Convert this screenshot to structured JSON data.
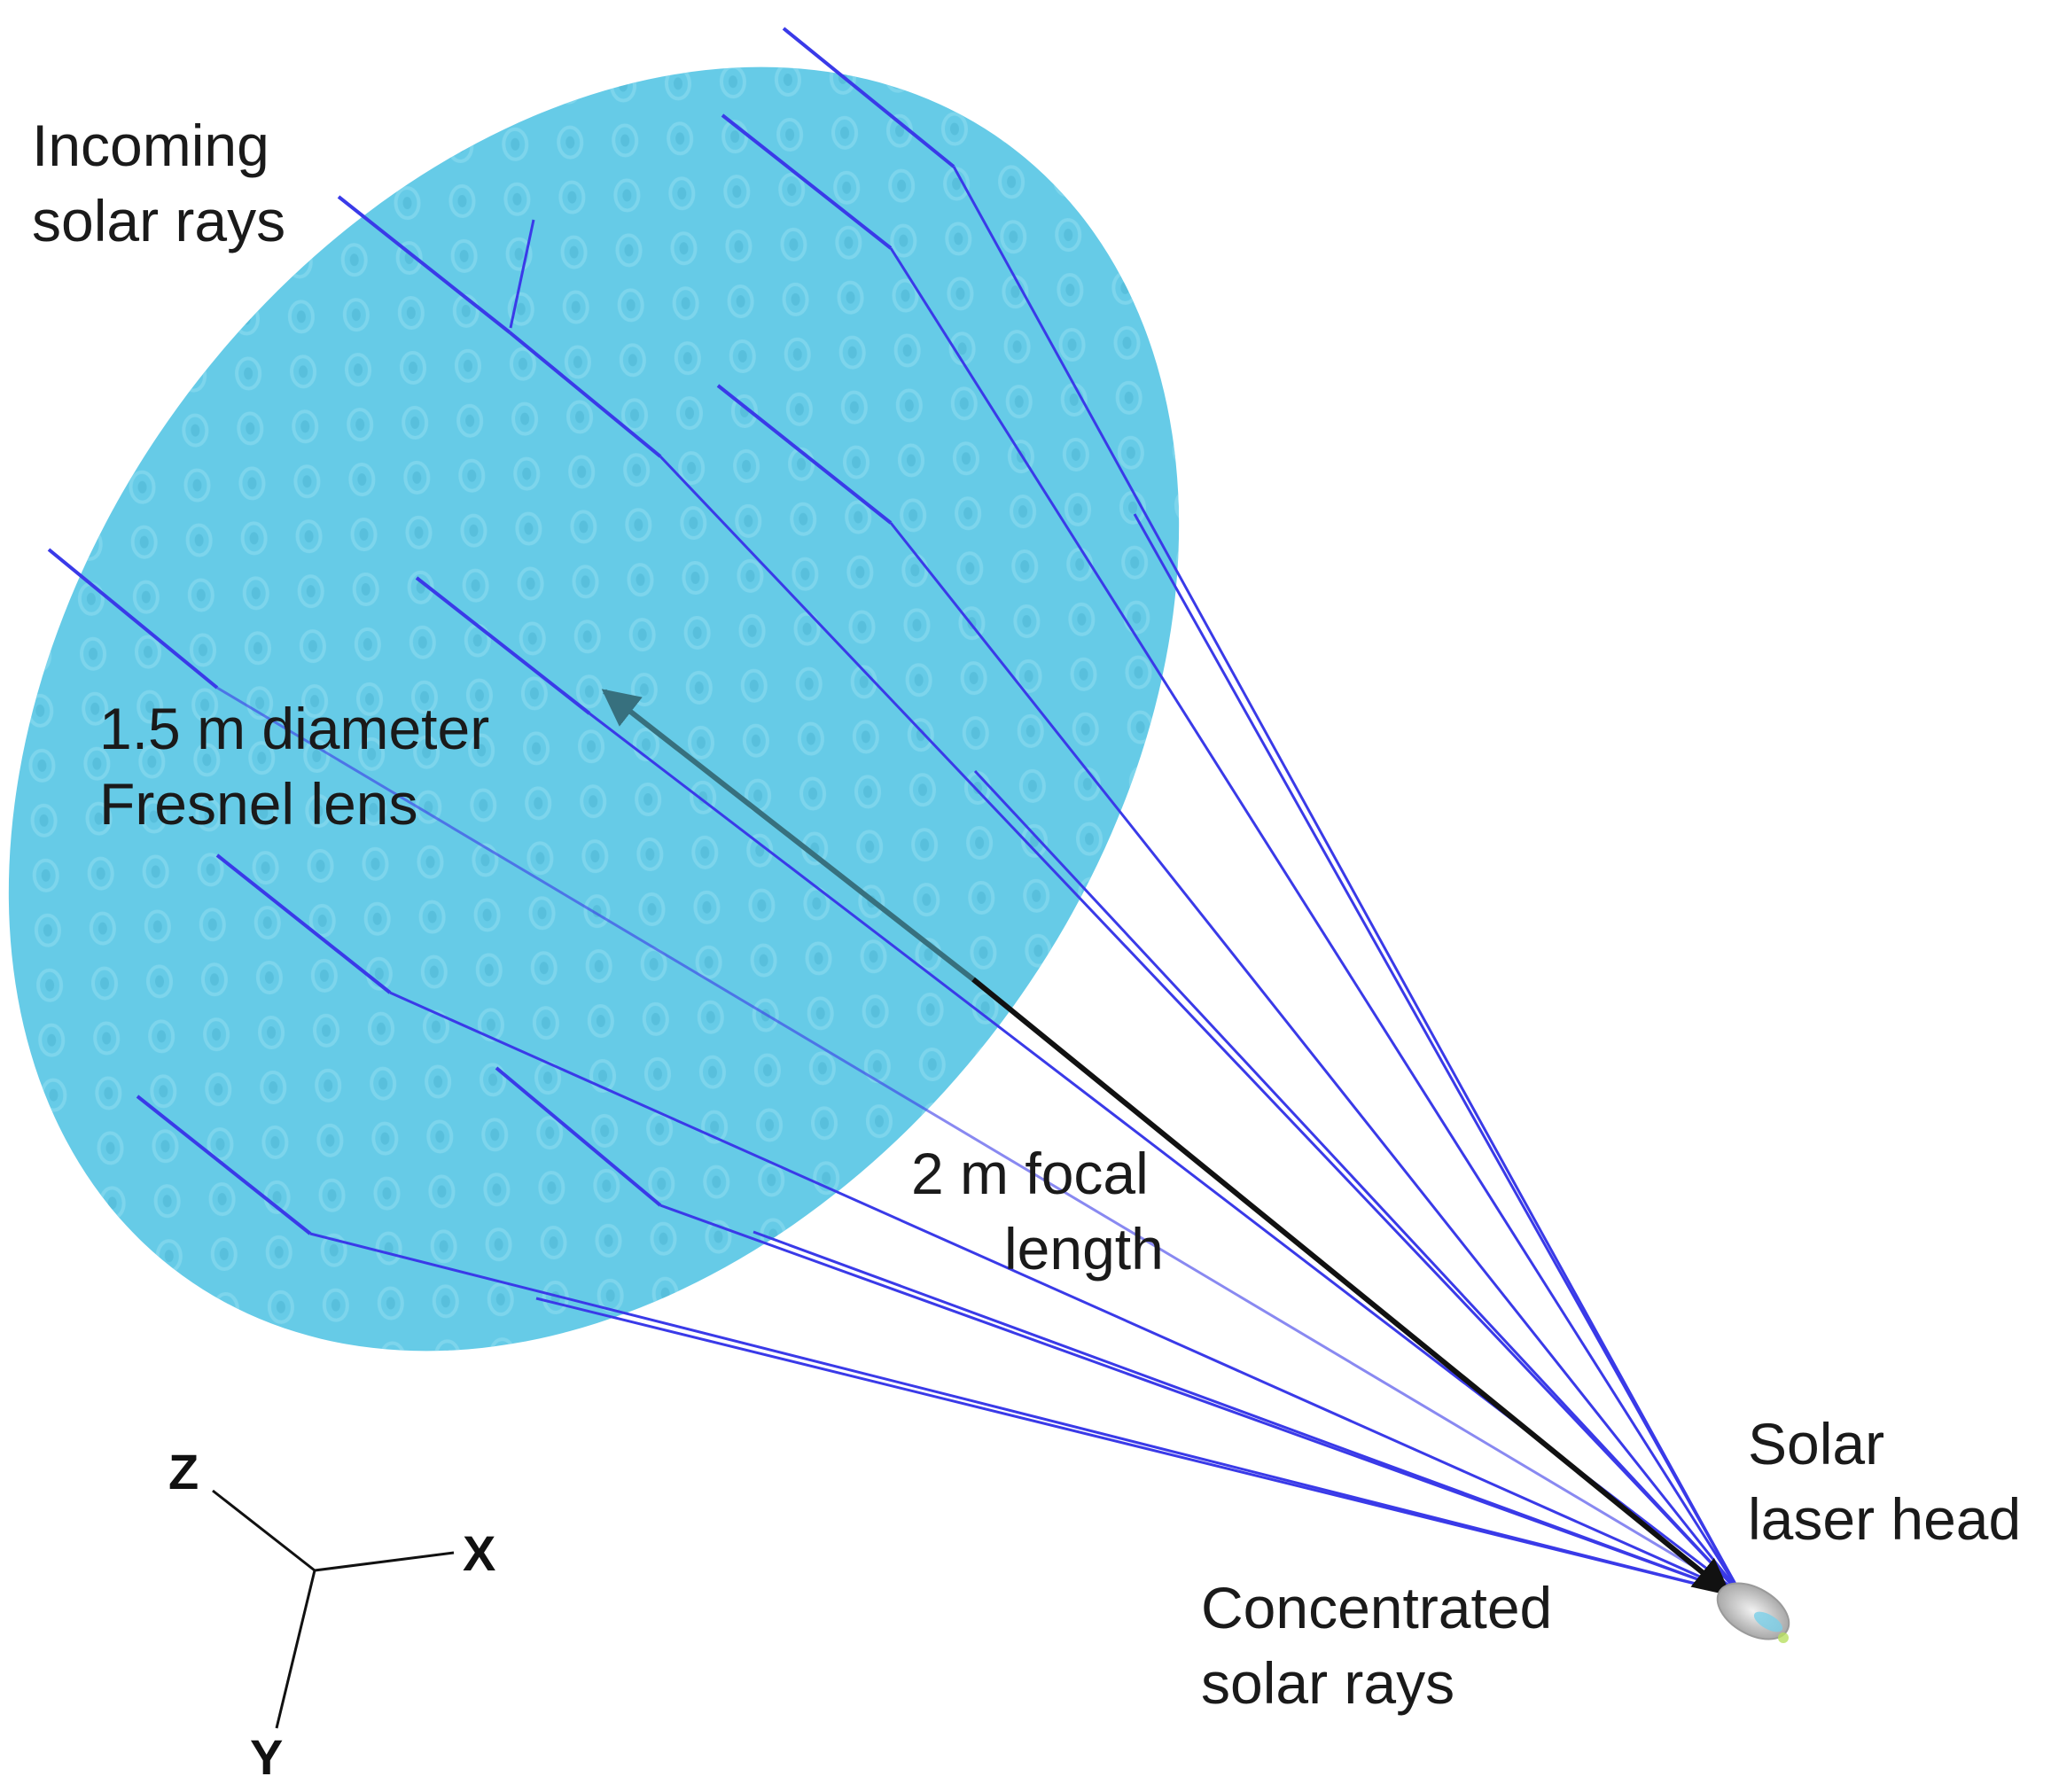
{
  "labels": {
    "incoming": [
      "Incoming",
      "solar rays"
    ],
    "lens": [
      "1.5 m diameter",
      "Fresnel lens"
    ],
    "focal": [
      "2 m focal",
      "length"
    ],
    "laser_head": [
      "Solar",
      "laser head"
    ],
    "concentrated": [
      "Concentrated",
      "solar rays"
    ]
  },
  "axes": {
    "z": "Z",
    "x": "X",
    "y": "Y"
  },
  "colors": {
    "lens_fill": "#5ec8e6",
    "lens_ring": "#4ab0d0",
    "ray": "#3a3ae8",
    "arrow": "#111111",
    "head": "#c8c8c8"
  }
}
